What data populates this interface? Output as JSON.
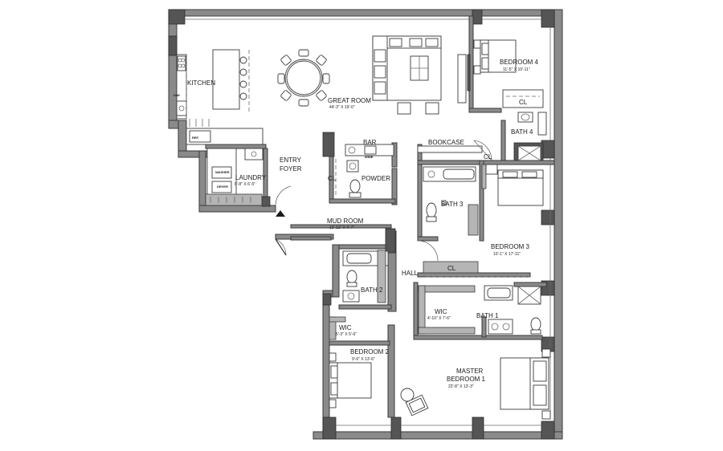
{
  "rooms": {
    "kitchen": {
      "label": "KITCHEN"
    },
    "great_room": {
      "label": "GREAT ROOM",
      "dim": "44'-3\" X 19'-0\""
    },
    "bedroom4": {
      "label": "BEDROOM 4",
      "dim": "11'-5\" X 10'-11\""
    },
    "bath4": {
      "label": "BATH 4"
    },
    "cl_bed4": {
      "label": "CL"
    },
    "bar": {
      "label": "BAR"
    },
    "bookcase": {
      "label": "BOOKCASE"
    },
    "cl_bookcase": {
      "label": "CL"
    },
    "entry_foyer": {
      "label_line1": "ENTRY",
      "label_line2": "FOYER"
    },
    "laundry": {
      "label": "LAUNDRY",
      "dim": "6'-8\" X 6'-5\""
    },
    "cl_powder": {
      "label": "CL"
    },
    "powder": {
      "label": "POWDER"
    },
    "bath3": {
      "label": "BATH 3"
    },
    "bedroom3": {
      "label": "BEDROOM 3",
      "dim": "10'-1\" X 17'-11\""
    },
    "mud_room": {
      "label": "MUD ROOM",
      "dim": "13'-11\" X 4'-7\""
    },
    "hall": {
      "label": "HALL"
    },
    "cl_hall": {
      "label": "CL"
    },
    "bath2": {
      "label": "BATH 2"
    },
    "wic_master": {
      "label": "WIC",
      "dim": "4'-10\" X 7'-6\""
    },
    "bath1": {
      "label": "BATH 1"
    },
    "wic_bed2": {
      "label": "WIC",
      "dim": "5'-3\" X 5'-6\""
    },
    "bedroom2": {
      "label": "BEDROOM 2",
      "dim": "9'-6\" X 13'-6\""
    },
    "master": {
      "label_line1": "MASTER",
      "label_line2": "BEDROOM 1",
      "dim": "22'-8\" X 13'-3\""
    }
  },
  "appliances": {
    "refrigerator": "REF.",
    "washer": "WASHER",
    "dryer": "DRYER",
    "wine": "WINE",
    "dishwasher": "D/W"
  }
}
